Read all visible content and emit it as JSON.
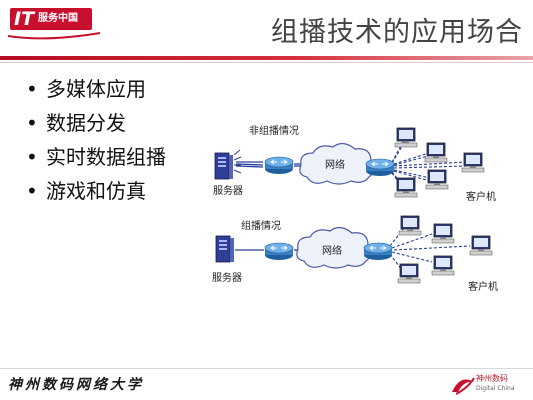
{
  "header": {
    "logo_it": "IT",
    "logo_text": "服务中国",
    "title": "组播技术的应用场合"
  },
  "bullets": [
    "多媒体应用",
    "数据分发",
    "实时数据组播",
    "游戏和仿真"
  ],
  "diagram": {
    "top": {
      "case_label": "非组播情况",
      "network_label": "网络",
      "server_label": "服务器",
      "clients_label": "客户机"
    },
    "bottom": {
      "case_label": "组播情况",
      "network_label": "网络",
      "server_label": "服务器",
      "clients_label": "客户机"
    }
  },
  "footer": {
    "university": "神州数码网络大学",
    "brand": "神州数码",
    "brand_en": "Digital China"
  },
  "colors": {
    "brand_red": "#c8102e",
    "router_blue": "#3a7fc1",
    "link_blue": "#2a3f9c"
  },
  "icons": [
    "server-icon",
    "router-icon",
    "cloud-icon",
    "computer-icon",
    "brand-logo-icon"
  ]
}
